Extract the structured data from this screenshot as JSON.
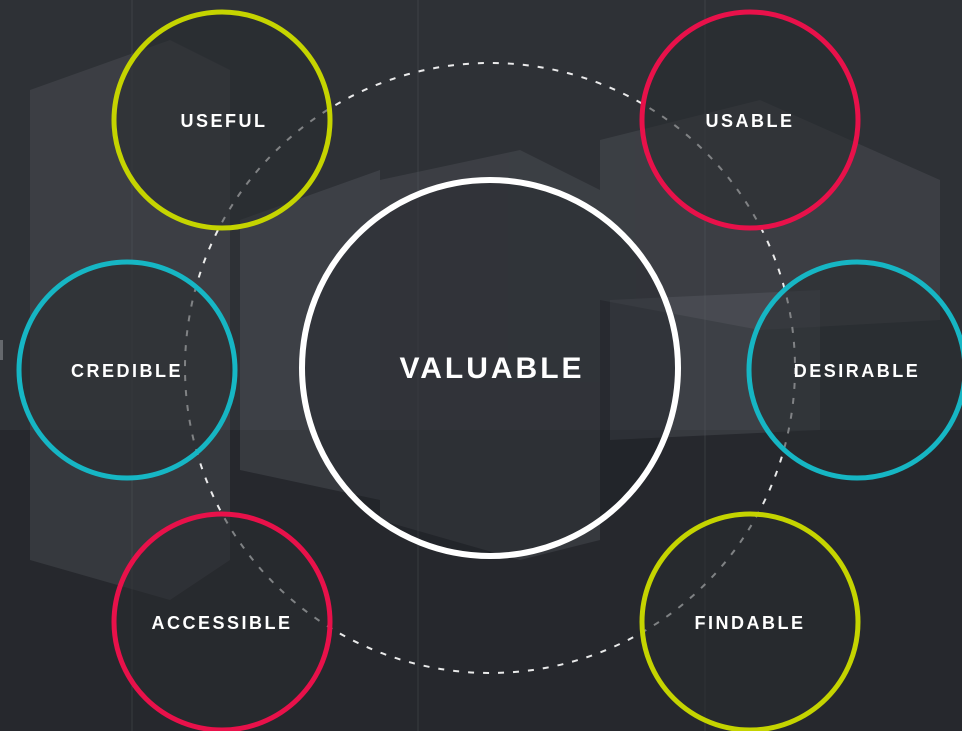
{
  "diagram": {
    "center": {
      "label": "VALUABLE",
      "color": "#ffffff"
    },
    "nodes": [
      {
        "id": "useful",
        "label": "USEFUL",
        "color": "#c5d400"
      },
      {
        "id": "usable",
        "label": "USABLE",
        "color": "#e8114a"
      },
      {
        "id": "credible",
        "label": "CREDIBLE",
        "color": "#16b6c4"
      },
      {
        "id": "desirable",
        "label": "DESIRABLE",
        "color": "#16b6c4"
      },
      {
        "id": "accessible",
        "label": "ACCESSIBLE",
        "color": "#e8114a"
      },
      {
        "id": "findable",
        "label": "FINDABLE",
        "color": "#c5d400"
      }
    ],
    "connector_style": "dashed-white"
  }
}
